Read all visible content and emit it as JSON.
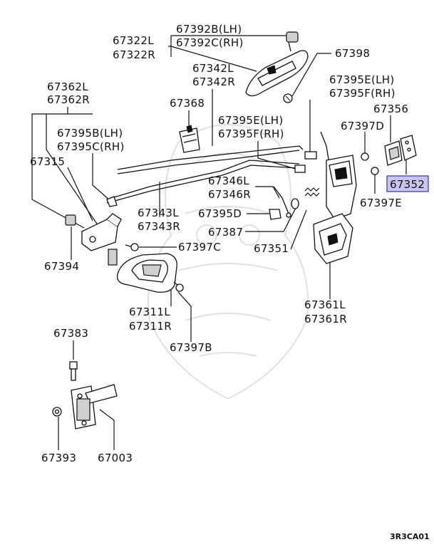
{
  "labels": {
    "p67392": "67392B(LH)",
    "p67392c": "67392C(RH)",
    "p67322l": "67322L",
    "p67322r": "67322R",
    "p67398": "67398",
    "p67342l": "67342L",
    "p67342r": "67342R",
    "p67362l": "67362L",
    "p67362r": "67362R",
    "p67395e_a": "67395E(LH)",
    "p67395f_a": "67395F(RH)",
    "p67368": "67368",
    "p67356": "67356",
    "p67397d": "67397D",
    "p67395b": "67395B(LH)",
    "p67395c": "67395C(RH)",
    "p67395e_b": "67395E(LH)",
    "p67395f_b": "67395F(RH)",
    "p67315": "67315",
    "p67352": "67352",
    "p67346l": "67346L",
    "p67346r": "67346R",
    "p67397e": "67397E",
    "p67343l": "67343L",
    "p67343r": "67343R",
    "p67395d": "67395D",
    "p67387": "67387",
    "p67397c": "67397C",
    "p67351": "67351",
    "p67394": "67394",
    "p67311l": "67311L",
    "p67311r": "67311R",
    "p67361l": "67361L",
    "p67361r": "67361R",
    "p67397b": "67397B",
    "p67383": "67383",
    "p67393": "67393",
    "p67003": "67003"
  },
  "reference_code": "3R3CA01",
  "highlight": {
    "part": "67352",
    "fill_color": "#c8c4ec",
    "border_color": "#3a3a9a"
  }
}
